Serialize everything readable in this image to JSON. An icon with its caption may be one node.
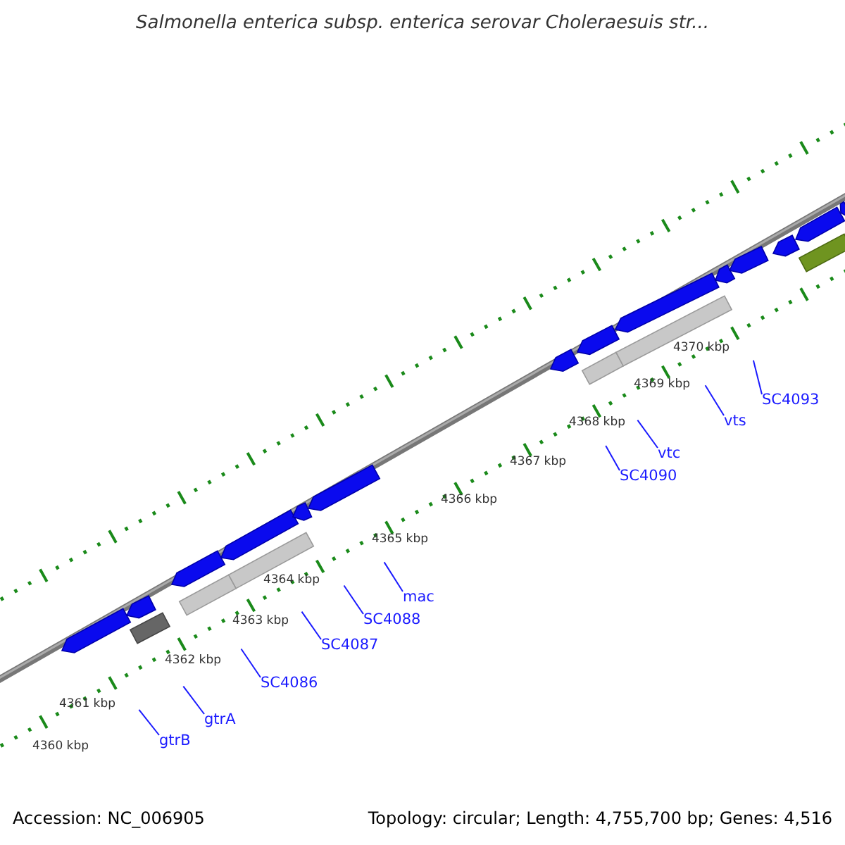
{
  "diagram": {
    "title": "Salmonella enterica subsp. enterica serovar Choleraesuis str...",
    "nodes": [
      {
        "text": [
          "gtrB"
        ]
      },
      {
        "text": [
          "gtrA"
        ]
      },
      {
        "text": [
          "SC4086"
        ]
      },
      {
        "text": [
          "SC4087"
        ]
      },
      {
        "text": [
          "SC4088"
        ]
      },
      {
        "text": [
          "mac"
        ]
      },
      {
        "text": [
          "SC4090"
        ]
      },
      {
        "text": [
          "vtc"
        ]
      },
      {
        "text": [
          "vts"
        ]
      },
      {
        "text": [
          "SC4093"
        ]
      }
    ],
    "edges": [
      {
        "from": 0,
        "to": null,
        "arrow": "none"
      },
      {
        "from": 1,
        "to": null,
        "arrow": "none"
      },
      {
        "from": 2,
        "to": null,
        "arrow": "none"
      },
      {
        "from": 3,
        "to": null,
        "arrow": "none"
      },
      {
        "from": 4,
        "to": null,
        "arrow": "none"
      },
      {
        "from": 5,
        "to": null,
        "arrow": "none"
      },
      {
        "from": 6,
        "to": null,
        "arrow": "none"
      },
      {
        "from": 7,
        "to": null,
        "arrow": "none"
      },
      {
        "from": 8,
        "to": null,
        "arrow": "none"
      },
      {
        "from": 9,
        "to": null,
        "arrow": "none"
      }
    ],
    "labels": [
      "4360 kbp",
      "4361 kbp",
      "4362 kbp",
      "4363 kbp",
      "4364 kbp",
      "4365 kbp",
      "4366 kbp",
      "4367 kbp",
      "4368 kbp",
      "4369 kbp",
      "4370 kbp",
      "Accession: NC_006905",
      "Topology: circular; Length: 4,755,700 bp; Genes: 4,516"
    ]
  }
}
